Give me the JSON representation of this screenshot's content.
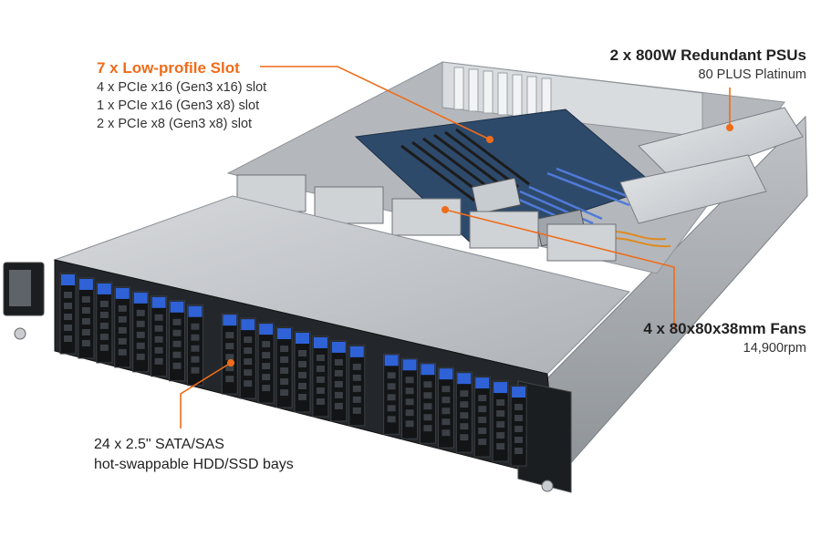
{
  "annotations": {
    "slots": {
      "title": "7 x Low-profile Slot",
      "lines": [
        "4 x PCIe x16 (Gen3 x16) slot",
        "1 x PCIe x16 (Gen3 x8) slot",
        "2 x PCIe x8 (Gen3 x8) slot"
      ]
    },
    "psu": {
      "title": "2 x 800W Redundant PSUs",
      "subtitle": "80 PLUS Platinum"
    },
    "fans": {
      "title": "4 x 80x80x38mm Fans",
      "subtitle": "14,900rpm"
    },
    "bays": {
      "line1": "24 x 2.5\" SATA/SAS",
      "line2": "hot-swappable HDD/SSD bays"
    }
  },
  "colors": {
    "accent": "#ef6c1a",
    "bay_blue": "#2f62d6",
    "chassis": "#c9ccd0"
  }
}
